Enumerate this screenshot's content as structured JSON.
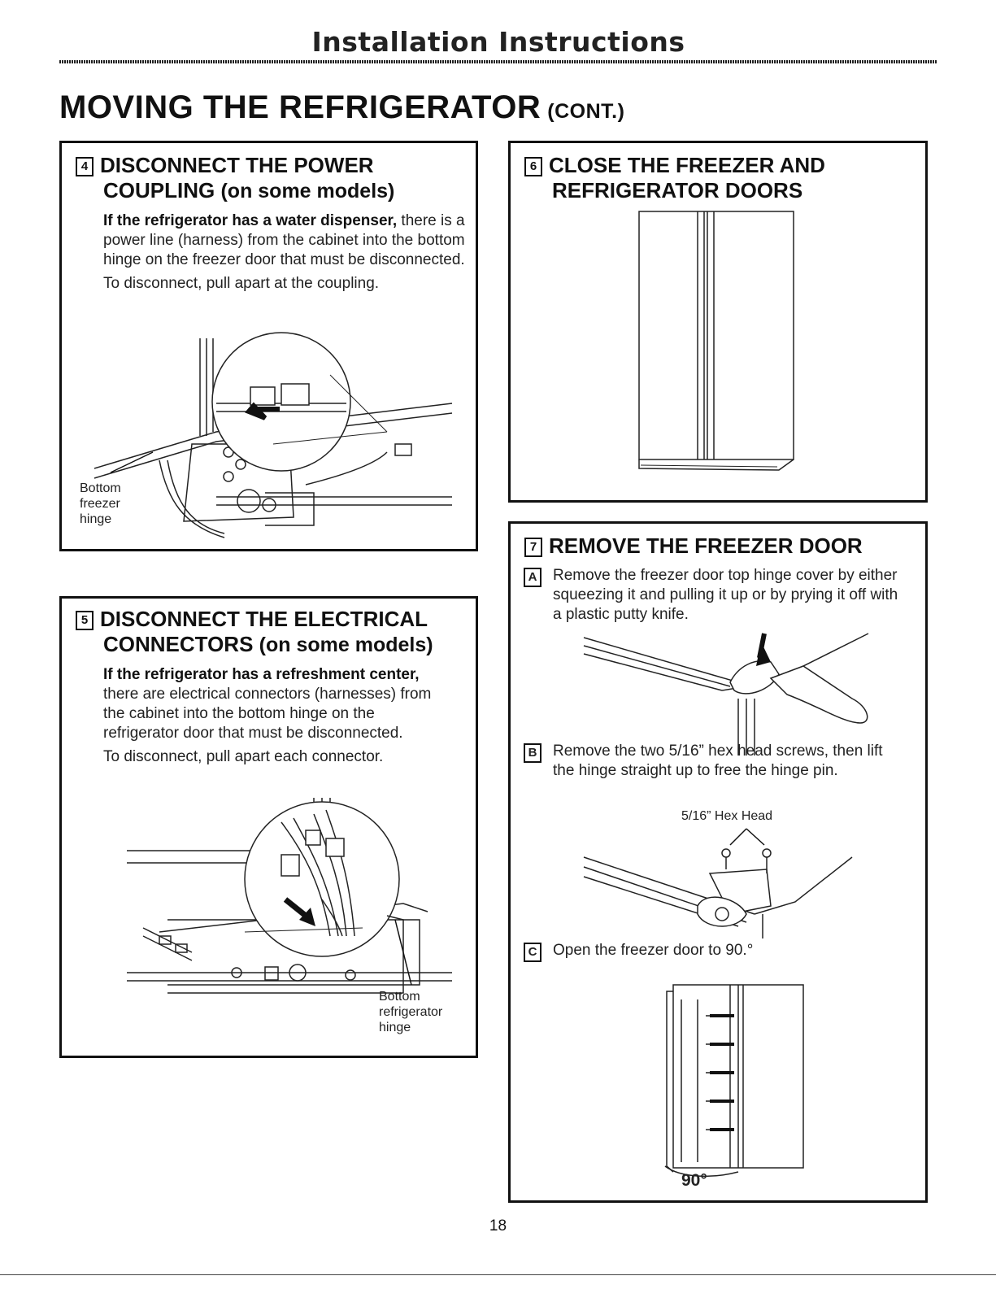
{
  "header": "Installation Instructions",
  "page_title": "MOVING THE REFRIGERATOR",
  "page_title_suffix": "(CONT.)",
  "step4": {
    "num": "4",
    "title_line1": "DISCONNECT THE POWER",
    "title_line2": "COUPLING",
    "title_sub": "(on some models)",
    "lead": "If the refrigerator has a water dispenser,",
    "text": "there is a power line (harness) from the cabinet into the bottom hinge on the freezer door that must be disconnected.",
    "text2": "To disconnect, pull apart at the coupling.",
    "label": "Bottom freezer hinge"
  },
  "step5": {
    "num": "5",
    "title_line1": "DISCONNECT THE ELECTRICAL",
    "title_line2": "CONNECTORS",
    "title_sub": "(on some models)",
    "lead": "If the refrigerator has a refreshment center,",
    "text": "there are electrical connectors (harnesses) from the cabinet into the bottom hinge on the refrigerator door that must be disconnected.",
    "text2": "To disconnect, pull apart each connector.",
    "label": "Bottom refrigerator hinge"
  },
  "step6": {
    "num": "6",
    "title_line1": "CLOSE THE FREEZER AND",
    "title_line2": "REFRIGERATOR DOORS"
  },
  "step7": {
    "num": "7",
    "title": "REMOVE THE FREEZER DOOR",
    "a_label": "A",
    "a_text": "Remove the freezer door top hinge cover by either squeezing it and pulling it up or by prying it off with a plastic putty knife.",
    "b_label": "B",
    "b_text": "Remove the two 5/16” hex head screws, then lift the hinge straight up to free the hinge pin.",
    "hex_label": "5/16” Hex Head",
    "c_label": "C",
    "c_text": "Open the freezer door to 90.°",
    "angle_label": "90°"
  },
  "page_number": "18"
}
